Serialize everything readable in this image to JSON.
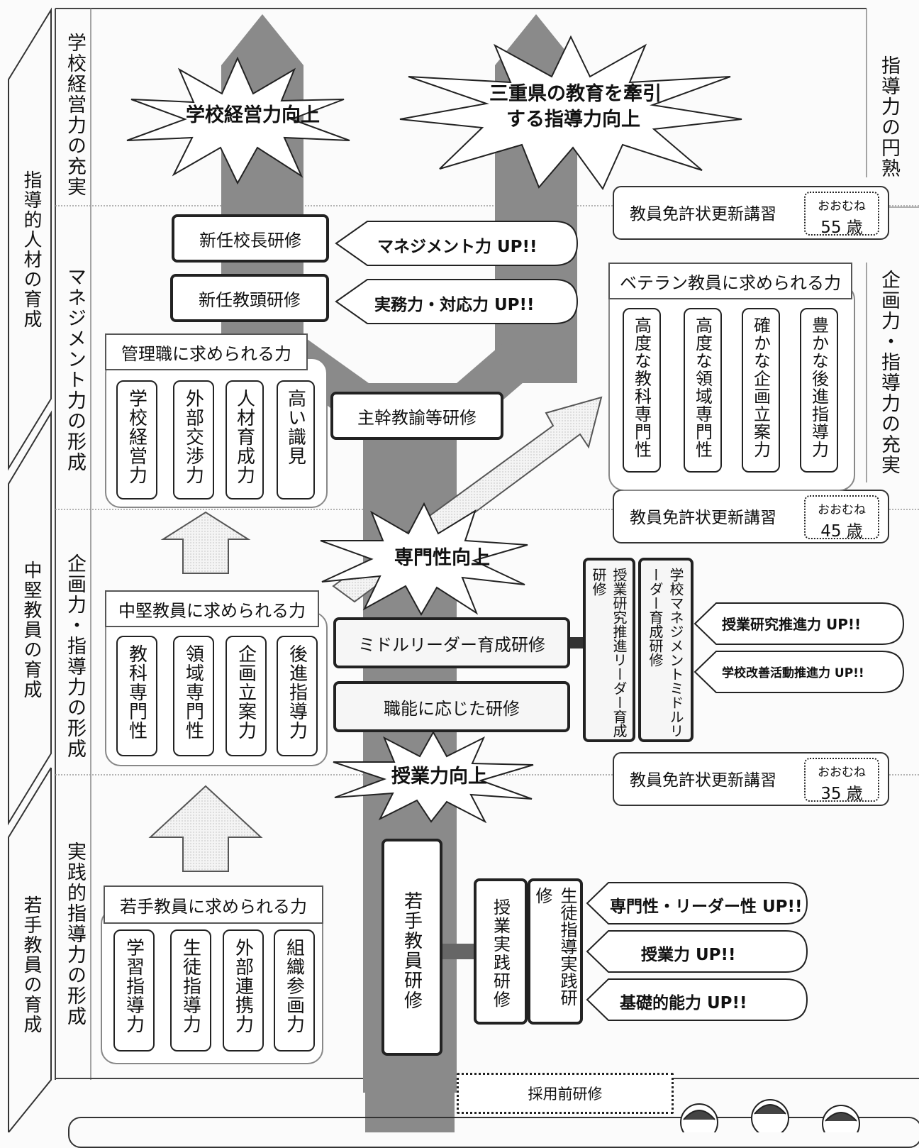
{
  "left_band": {
    "leader": "指導的人材の育成",
    "mid": "中堅教員の育成",
    "young": "若手教員の育成"
  },
  "stages": {
    "s1": "学校経営力の充実",
    "s2": "マネジメント力の形成",
    "s3": "企画力・指導力の形成",
    "s4": "実践的指導力の形成"
  },
  "right_band": {
    "top": "指導力の円熟",
    "mid": "企画力・指導力の充実"
  },
  "bursts": {
    "school_mgmt": "学校経営力向上",
    "mie_line1": "三重県の教育を牽引",
    "mie_line2": "する指導力向上",
    "expertise": "専門性向上",
    "teaching": "授業力向上"
  },
  "trainings": {
    "new_principal": "新任校長研修",
    "new_vice_principal": "新任教頭研修",
    "chief_teacher": "主幹教諭等研修",
    "middle_leader": "ミドルリーダー育成研修",
    "role_based": "職能に応じた研修",
    "young_teacher": "若手教員研修",
    "lesson_practice": "授業実践研修",
    "guidance_practice": "生徒指導実践研修",
    "lesson_research_leader": "授業研究推進リーダー育成研修",
    "school_mgmt_leader": "学校マネジメントミドルリーダー育成研修",
    "pre_employment": "採用前研修"
  },
  "callouts": {
    "management": "マネジメント力 UP!!",
    "practical": "実務力・対応力 UP!!",
    "lesson_research": "授業研究推進力 UP!!",
    "school_improvement": "学校改善活動推進力 UP!!",
    "expert_leader": "専門性・リーダー性 UP!!",
    "teaching_power": "授業力 UP!!",
    "basic": "基礎的能力 UP!!"
  },
  "license": {
    "label": "教員免許状更新講習",
    "approx": "おおむね",
    "age55": "55 歳",
    "age45": "45 歳",
    "age35": "35 歳"
  },
  "panels": {
    "manager": {
      "title": "管理職に求められる力",
      "items": [
        "学校経営力",
        "外部交渉力",
        "人材育成力",
        "高い識見"
      ]
    },
    "veteran": {
      "title": "ベテラン教員に求められる力",
      "items": [
        "高度な教科専門性",
        "高度な領域専門性",
        "確かな企画立案力",
        "豊かな後進指導力"
      ]
    },
    "middle": {
      "title": "中堅教員に求められる力",
      "items": [
        "教科専門性",
        "領域専門性",
        "企画立案力",
        "後進指導力"
      ]
    },
    "young": {
      "title": "若手教員に求められる力",
      "items": [
        "学習指導力",
        "生徒指導力",
        "外部連携力",
        "組織参画力"
      ]
    }
  }
}
